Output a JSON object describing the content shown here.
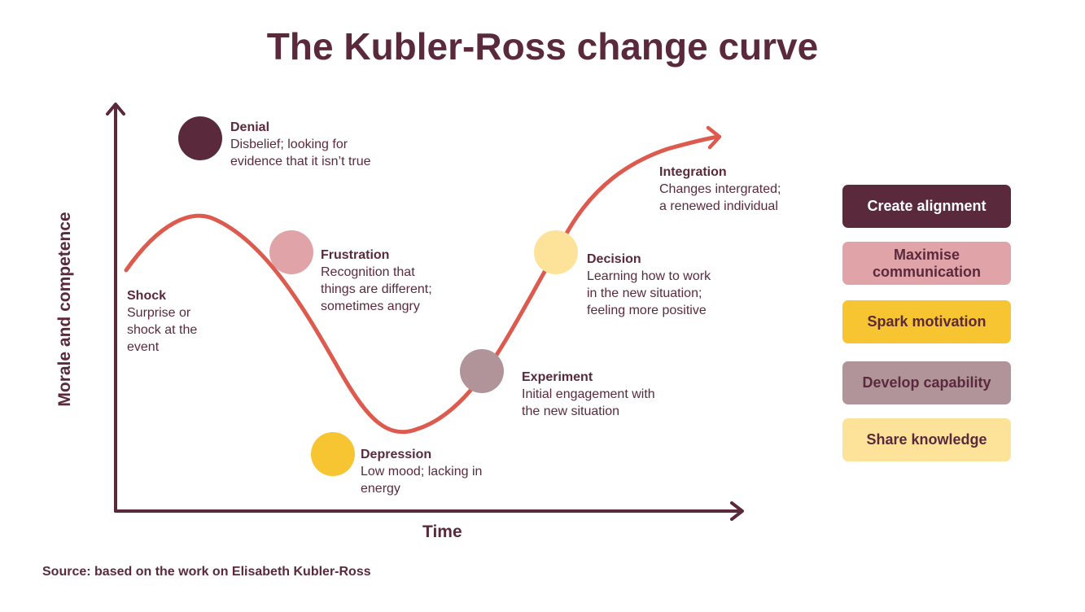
{
  "title": "The Kubler-Ross change curve",
  "axes": {
    "y_label": "Morale and competence",
    "x_label": "Time"
  },
  "stages": [
    {
      "id": "shock",
      "name": "Shock",
      "description": "Surprise or\nshock at the\nevent",
      "color": ""
    },
    {
      "id": "denial",
      "name": "Denial",
      "description": "Disbelief; looking for\nevidence that it isn’t true",
      "color": "#5a2a3c"
    },
    {
      "id": "frustration",
      "name": "Frustration",
      "description": "Recognition that\nthings are different;\nsometimes angry",
      "color": "#e0a4a8"
    },
    {
      "id": "depression",
      "name": "Depression",
      "description": "Low mood; lacking in\nenergy",
      "color": "#f7c531"
    },
    {
      "id": "experiment",
      "name": "Experiment",
      "description": "Initial engagement with\nthe new situation",
      "color": "#b09499"
    },
    {
      "id": "decision",
      "name": "Decision",
      "description": "Learning how to work\nin the new situation;\nfeeling more positive",
      "color": "#fde39a"
    },
    {
      "id": "integration",
      "name": "Integration",
      "description": "Changes intergrated;\na renewed individual",
      "color": ""
    }
  ],
  "actions": [
    {
      "label": "Create alignment",
      "color": "#5a2a3c",
      "text_color": "#ffffff"
    },
    {
      "label": "Maximise\ncommunication",
      "color": "#e0a4a8",
      "text_color": "#5a2a3c"
    },
    {
      "label": "Spark motivation",
      "color": "#f7c531",
      "text_color": "#5a2a3c"
    },
    {
      "label": "Develop capability",
      "color": "#b09499",
      "text_color": "#5a2a3c"
    },
    {
      "label": "Share knowledge",
      "color": "#fde39a",
      "text_color": "#5a2a3c"
    }
  ],
  "source": "Source: based on the work on Elisabeth Kubler-Ross",
  "colors": {
    "curve": "#dd5a4e",
    "axis": "#5a2a3c",
    "text": "#5a2a3c"
  }
}
